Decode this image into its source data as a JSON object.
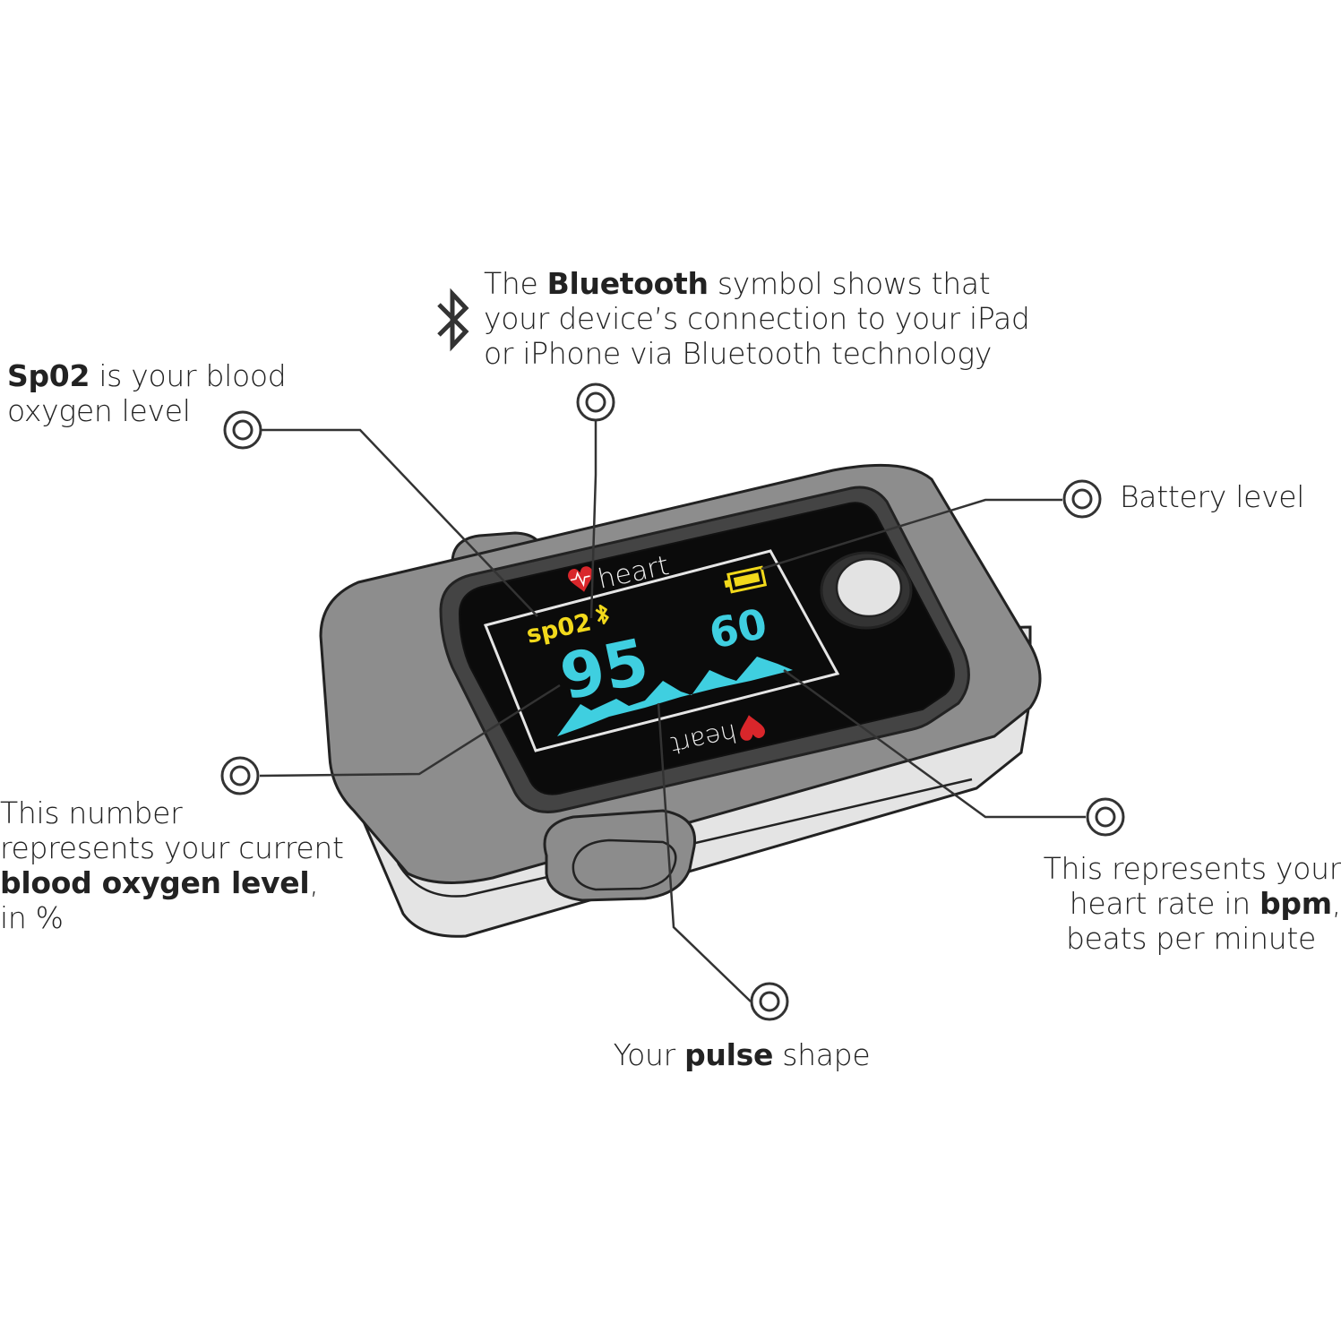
{
  "device": {
    "brand_top": "heart",
    "brand_bottom": "heart",
    "spo2_label": "sp02",
    "spo2_value": "95",
    "heart_rate_value": "60"
  },
  "callouts": {
    "bluetooth": {
      "l1_a": "The ",
      "l1_b": "Bluetooth",
      "l1_c": " symbol shows that",
      "l2": "your device’s connection to your iPad",
      "l3": "or iPhone via Bluetooth technology"
    },
    "spo2": {
      "l1_b": "Sp02",
      "l1_c": " is your blood",
      "l2": "oxygen level"
    },
    "battery": {
      "text": "Battery level"
    },
    "number": {
      "l1": "This number",
      "l2": "represents your current",
      "l3_b": "blood oxygen level",
      "l3_c": ",",
      "l4": "in %"
    },
    "heart_rate": {
      "l1": "This represents your",
      "l2_a": "heart rate in ",
      "l2_b": "bpm",
      "l2_c": ",",
      "l3": "beats per minute"
    },
    "pulse": {
      "a": "Your ",
      "b": "pulse",
      "c": " shape"
    }
  },
  "icons": [
    "bluetooth-icon",
    "heart-logo-icon",
    "battery-icon",
    "callout-marker-icon"
  ],
  "colors": {
    "spo2_label": "#f2d91b",
    "readout": "#3fcfe0",
    "wave": "#3fcfe0",
    "battery": "#f2d91b",
    "heart_logo": "#d9262b",
    "screen": "#0b0b0b",
    "housing": "#8a8a8a"
  }
}
